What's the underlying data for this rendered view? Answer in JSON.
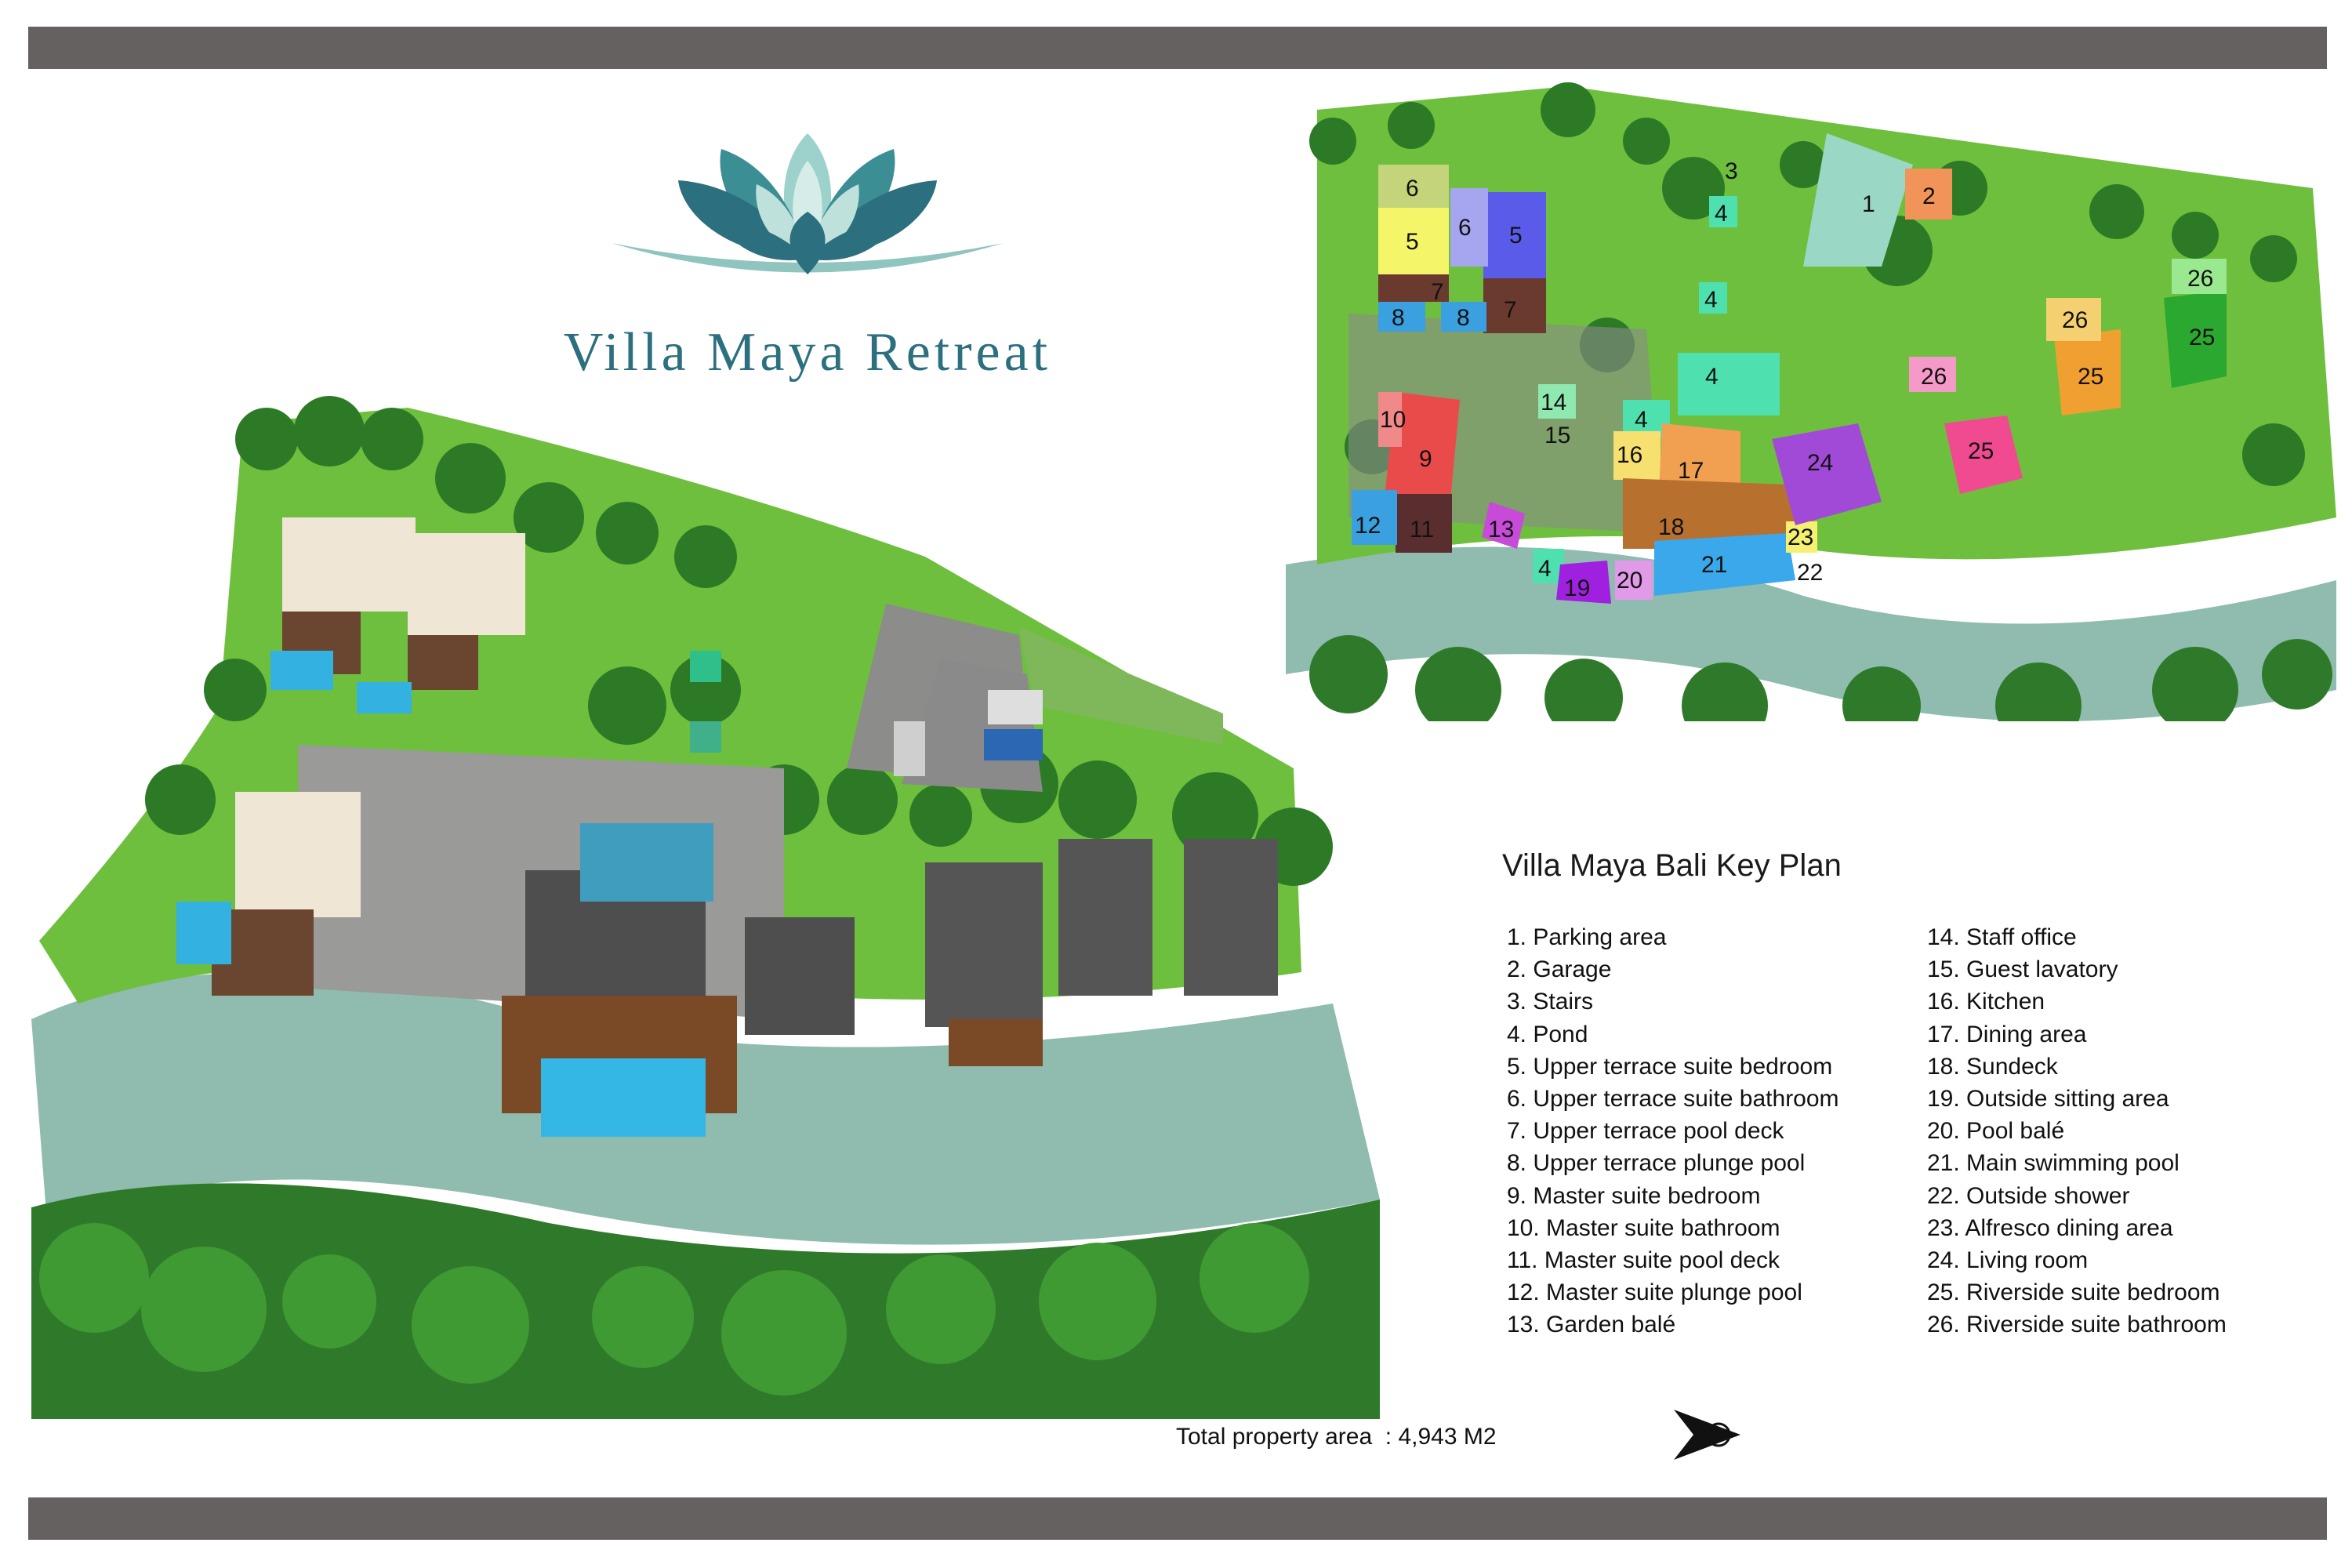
{
  "header": {
    "title": "Villa Maya Retreat"
  },
  "key_plan": {
    "title": "Villa Maya Bali Key Plan",
    "items_col1": [
      "1. Parking area",
      "2. Garage",
      "3. Stairs",
      "4. Pond",
      "5. Upper terrace suite bedroom",
      "6. Upper terrace suite bathroom",
      "7. Upper terrace pool deck",
      "8. Upper terrace plunge pool",
      "9. Master suite bedroom",
      "10. Master suite bathroom",
      "11. Master suite pool deck",
      "12. Master suite plunge pool",
      "13. Garden balé"
    ],
    "items_col2": [
      "14. Staff office",
      "15. Guest lavatory",
      "16. Kitchen",
      "17. Dining area",
      "18. Sundeck",
      "19. Outside sitting area",
      "20. Pool balé",
      "21. Main swimming pool",
      "22. Outside shower",
      "23. Alfresco dining area",
      "24. Living room",
      "25. Riverside suite bedroom",
      "26. Riverside suite bathroom"
    ],
    "zone_labels": [
      "1",
      "2",
      "3",
      "4",
      "4",
      "4",
      "4",
      "4",
      "5",
      "5",
      "6",
      "6",
      "7",
      "7",
      "8",
      "8",
      "9",
      "10",
      "11",
      "12",
      "13",
      "14",
      "15",
      "16",
      "17",
      "18",
      "19",
      "20",
      "21",
      "22",
      "23",
      "24",
      "25",
      "25",
      "25",
      "26",
      "26",
      "26"
    ]
  },
  "footer": {
    "total_area": "Total property area  : 4,943 M2"
  },
  "icons": {
    "logo": "lotus-icon",
    "north": "north-arrow-icon"
  },
  "colors": {
    "bar": "#666161",
    "brand": "#2c6f7f",
    "lawn": "#6fbf3e",
    "river": "#8fbcae",
    "trees": "#2d7a26"
  }
}
